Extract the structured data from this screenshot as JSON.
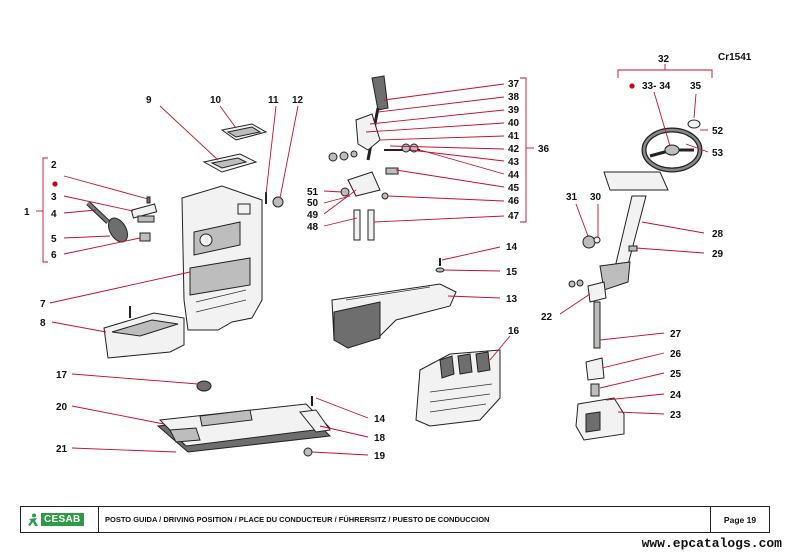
{
  "catalog_code": "Cr1541",
  "labels": [
    "1",
    "2",
    "3",
    "4",
    "5",
    "6",
    "7",
    "8",
    "9",
    "10",
    "11",
    "12",
    "13",
    "14",
    "14",
    "15",
    "16",
    "17",
    "18",
    "19",
    "20",
    "21",
    "22",
    "23",
    "24",
    "25",
    "26",
    "27",
    "28",
    "29",
    "30",
    "31",
    "32",
    "33- 34",
    "35",
    "36",
    "37",
    "38",
    "39",
    "40",
    "41",
    "42",
    "43",
    "44",
    "45",
    "46",
    "47",
    "48",
    "49",
    "50",
    "51",
    "52",
    "53"
  ],
  "footer": {
    "brand": "CESAB",
    "title": "POSTO GUIDA / DRIVING POSITION / PLACE DU CONDUCTEUR / FÜHRERSITZ / PUESTO DE CONDUCCION",
    "page": "Page 19"
  },
  "website": "www.epcatalogs.com",
  "colors": {
    "leader": "#c8102e",
    "brand_green": "#2f9a46",
    "dot": "#d0021b"
  }
}
